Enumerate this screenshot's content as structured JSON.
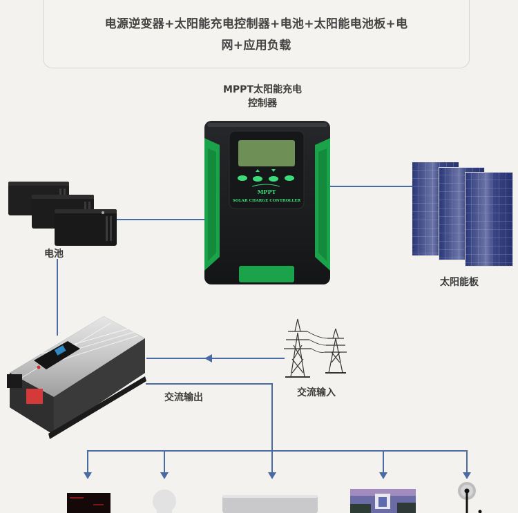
{
  "title": {
    "line1": "电源逆变器+太阳能充电控制器+电池+太阳能电池板+电",
    "line2": "网+应用负载"
  },
  "controller": {
    "label_line1": "MPPT太阳能充电",
    "label_line2": "控制器",
    "brand": "MPPT",
    "subtitle": "SOLAR CHARGE CONTROLLER",
    "body_color": "#1c1d1f",
    "accent_color": "#1aa34a",
    "lcd_color": "#6e8f55"
  },
  "battery": {
    "label": "电池"
  },
  "solar_panel": {
    "label": "太阳能板",
    "color": "#2e3a7a"
  },
  "grid": {
    "label": "交流输入"
  },
  "inverter": {
    "output_label": "交流输出"
  },
  "line_color": "#4a6aa3",
  "loads": [
    {
      "name": "microwave-load"
    },
    {
      "name": "light-bulb-load"
    },
    {
      "name": "air-conditioner-load"
    },
    {
      "name": "television-load"
    },
    {
      "name": "fan-load"
    }
  ]
}
